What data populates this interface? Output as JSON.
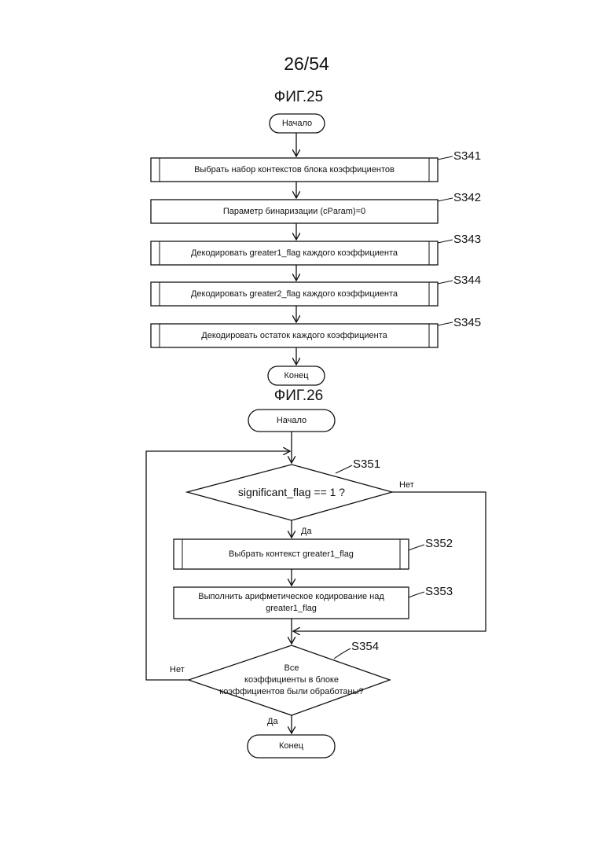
{
  "page_number": "26/54",
  "fig25": {
    "title": "ФИГ.25",
    "start": "Начало",
    "end": "Конец",
    "steps": [
      {
        "id": "S341",
        "text": "Выбрать набор контекстов блока коэффициентов"
      },
      {
        "id": "S342",
        "text": "Параметр бинаризации (cParam)=0"
      },
      {
        "id": "S343",
        "text": "Декодировать greater1_flag каждого коэффициента"
      },
      {
        "id": "S344",
        "text": "Декодировать greater2_flag каждого коэффициента"
      },
      {
        "id": "S345",
        "text": "Декодировать остаток каждого коэффициента"
      }
    ]
  },
  "fig26": {
    "title": "ФИГ.26",
    "start": "Начало",
    "end": "Конец",
    "decision1": {
      "id": "S351",
      "text": "significant_flag == 1 ?",
      "yes": "Да",
      "no": "Нет"
    },
    "step352": {
      "id": "S352",
      "text": "Выбрать контекст greater1_flag"
    },
    "step353": {
      "id": "S353",
      "line1": "Выполнить арифметическое кодирование над",
      "line2": "greater1_flag"
    },
    "decision2": {
      "id": "S354",
      "line1": "Все",
      "line2": "коэффициенты в блоке",
      "line3": "коэффициентов были обработаны?",
      "yes": "Да",
      "no": "Нет"
    }
  }
}
